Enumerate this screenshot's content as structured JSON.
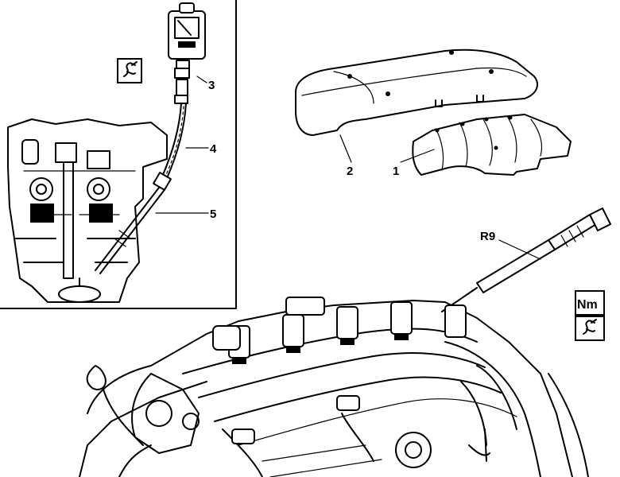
{
  "callouts": {
    "c1": "1",
    "c2": "2",
    "c3": "3",
    "c4": "4",
    "c5": "5",
    "r9": "R9"
  },
  "symbols": {
    "torque_label": "Nm",
    "tool_icon": "special-tool-icon"
  }
}
